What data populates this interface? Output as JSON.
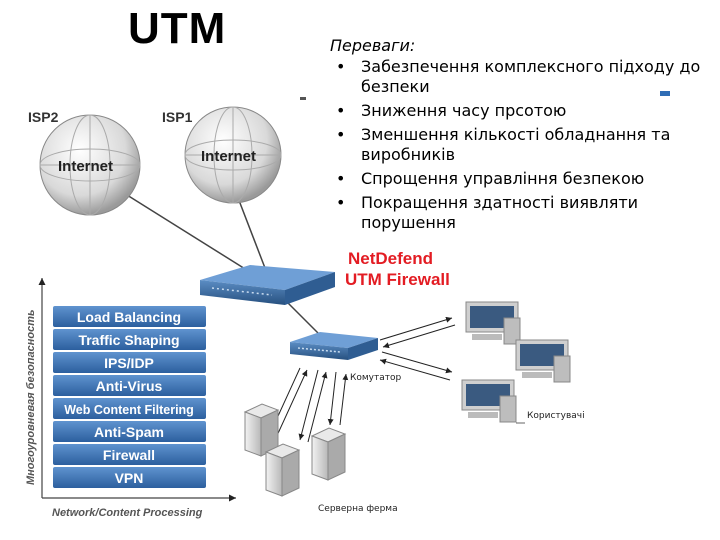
{
  "title": "UTM",
  "benefits": {
    "heading": "Переваги:",
    "items": [
      "Забезпечення комплексного підходу до безпеки",
      "Зниження часу прсотою",
      "Зменшення кількості обладнання та виробників",
      "Спрощення управління безпекою",
      "Покращення здатності виявляти порушення"
    ]
  },
  "diagram": {
    "isp_labels": [
      "ISP2",
      "ISP1"
    ],
    "globe_label": "Internet",
    "firewall_name": [
      "NetDefend",
      "UTM Firewall"
    ],
    "switch_label": "Комутатор",
    "users_label": "Користувачі",
    "servers_label": "Серверна ферма",
    "layers": [
      "Load Balancing",
      "Traffic Shaping",
      "IPS/IDP",
      "Anti-Virus",
      "Web Content Filtering",
      "Anti-Spam",
      "Firewall",
      "VPN"
    ],
    "y_axis_label": "Многоуровневая безопасность",
    "x_axis_label": "Network/Content Processing",
    "colors": {
      "layer": "#3b73b5",
      "firewall_text": "#e31c23",
      "accent": "#2f6db5"
    }
  }
}
